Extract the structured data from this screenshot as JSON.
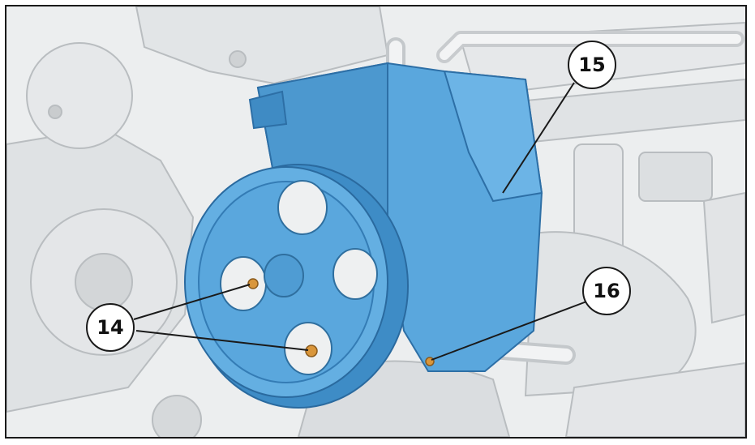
{
  "callouts": [
    {
      "id": "14",
      "label": "14"
    },
    {
      "id": "15",
      "label": "15"
    },
    {
      "id": "16",
      "label": "16"
    }
  ],
  "colors": {
    "highlight_part": "#5aa7dd",
    "highlight_dark": "#2f7fbf",
    "engine_grey": "#d9dcde",
    "line": "#1a1a1a",
    "bolt": "#d9963b"
  }
}
